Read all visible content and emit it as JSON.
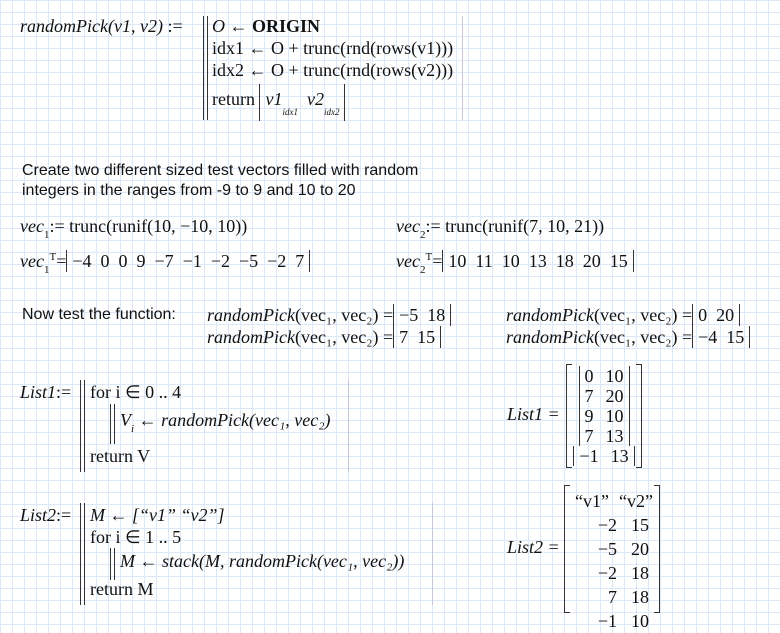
{
  "func_def": {
    "name": "randomPick",
    "params": "(v1, v2)",
    "assign": ":=",
    "lines": [
      "O ← ORIGIN",
      "idx1 ← O + trunc(rnd(rows(v1)))",
      "idx2 ← O + trunc(rnd(rows(v2)))"
    ],
    "line0_var": "O ←",
    "line0_kw": "ORIGIN",
    "return_kw": "return",
    "ret_v1": "v1",
    "ret_i1": "idx1",
    "ret_v2": "v2",
    "ret_i2": "idx2"
  },
  "description": [
    "Create two different sized test vectors filled with random",
    "integers in the ranges from -9 to 9 and 10 to 20"
  ],
  "vec1_def": {
    "name": "vec",
    "sub": "1",
    "expr": ":= trunc(runif(10, −10, 10))"
  },
  "vec2_def": {
    "name": "vec",
    "sub": "2",
    "expr": ":= trunc(runif(7, 10, 21))"
  },
  "vec1_T": {
    "name": "vec",
    "sub": "1",
    "sup": "T",
    "values": "−4  0  0  9  −7  −1  −2  −5  −2  7"
  },
  "vec2_T": {
    "name": "vec",
    "sub": "2",
    "sup": "T",
    "values": "10  11  10  13  18  20  15"
  },
  "test_label": "Now test the function:",
  "tests": [
    {
      "call": "randomPick",
      "args": "(vec₁, vec₂) =",
      "result": "−5  18"
    },
    {
      "call": "randomPick",
      "args": "(vec₁, vec₂) =",
      "result": "7  15"
    },
    {
      "call": "randomPick",
      "args": "(vec₁, vec₂) =",
      "result": "0  20"
    },
    {
      "call": "randomPick",
      "args": "(vec₁, vec₂) =",
      "result": "−4  15"
    }
  ],
  "list1_def": {
    "name": "List1",
    "assign": ":=",
    "for": "for  i ∈ 0 .. 4",
    "body": "V",
    "body_sub": "i",
    "body_rest": "← randomPick(vec₁, vec₂)",
    "ret": "return  V"
  },
  "list1_result": {
    "label": "List1 =",
    "rows": [
      [
        "0",
        "10"
      ],
      [
        "7",
        "20"
      ],
      [
        "9",
        "10"
      ],
      [
        "7",
        "13"
      ],
      [
        "−1",
        "13"
      ]
    ]
  },
  "list2_def": {
    "name": "List2",
    "assign": ":=",
    "init": "M ← [“v1”  “v2”]",
    "for": "for  i ∈ 1 .. 5",
    "body": "M ← stack(M, randomPick(vec₁, vec₂))",
    "ret": "return  M"
  },
  "list2_result": {
    "label": "List2 =",
    "rows": [
      [
        "“v1”",
        "“v2”"
      ],
      [
        "−2",
        "15"
      ],
      [
        "−5",
        "20"
      ],
      [
        "−2",
        "18"
      ],
      [
        "7",
        "18"
      ],
      [
        "−1",
        "10"
      ]
    ]
  }
}
